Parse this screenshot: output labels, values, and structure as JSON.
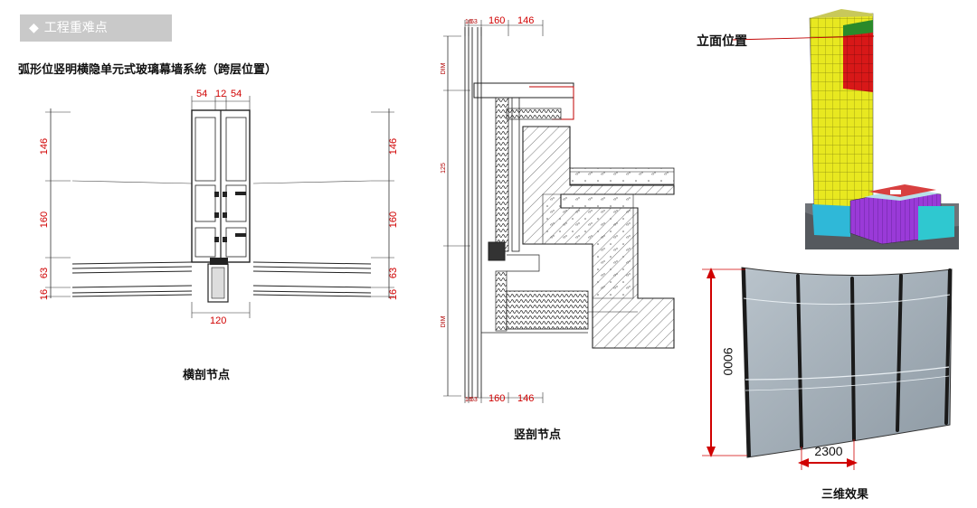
{
  "section_tag": {
    "icon": "diamond-bullet-icon",
    "text": "工程重难点"
  },
  "title": "弧形位竖明横隐单元式玻璃幕墙系统（跨层位置）",
  "horizontal_node": {
    "caption": "横剖节点",
    "top_dims": [
      "54",
      "12",
      "54"
    ],
    "side_dims": [
      "146",
      "160",
      "63",
      "16"
    ],
    "bottom_dim": "120"
  },
  "vertical_node": {
    "caption": "竖剖节点",
    "top_dims": [
      "16",
      "63",
      "160",
      "146"
    ],
    "bottom_dims": [
      "16",
      "63",
      "160",
      "146"
    ],
    "side_labels": [
      "DIM",
      "125",
      "DIM"
    ]
  },
  "elevation": {
    "label": "立面位置"
  },
  "render_3d": {
    "caption": "三维效果",
    "height_dim": "9000",
    "width_dim": "2300"
  }
}
